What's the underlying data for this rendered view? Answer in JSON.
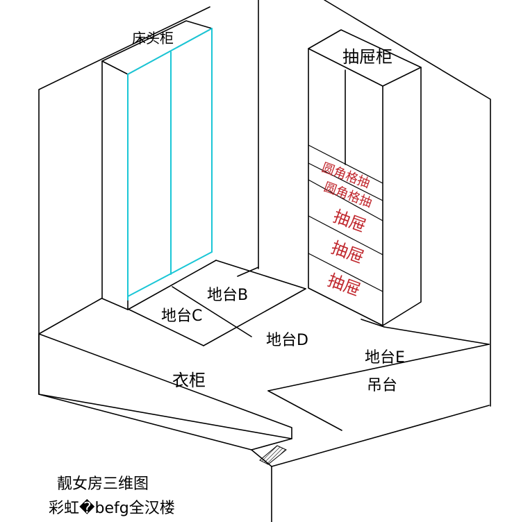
{
  "labels": {
    "bedside_cabinet": "床头柜",
    "drawer_cabinet": "抽屉柜",
    "rounded_drawer_1": "圆角格抽",
    "rounded_drawer_2": "圆角格抽",
    "drawer_1": "抽屉",
    "drawer_2": "抽屉",
    "drawer_3": "抽屉",
    "platform_b": "地台B",
    "platform_c": "地台C",
    "platform_d": "地台D",
    "platform_e": "地台E",
    "hanging_platform": "吊台",
    "wardrobe": "衣柜"
  },
  "caption": {
    "line1": "靓女房三维图",
    "line2": "彩虹�befg全汉楼"
  },
  "colors": {
    "lines": "#000000",
    "door_edges": "#19c6d6",
    "drawer_text": "#c0262c",
    "hatch": "#000000"
  }
}
